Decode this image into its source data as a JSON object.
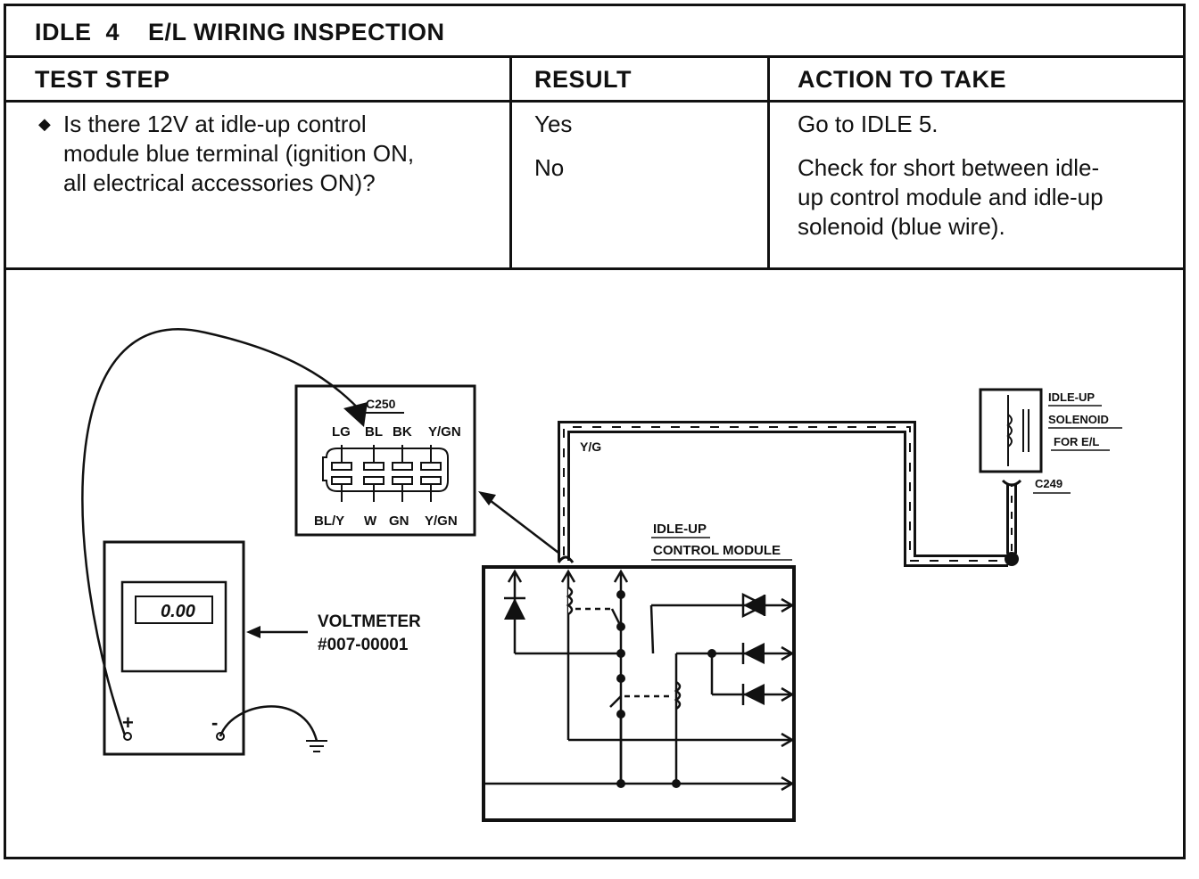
{
  "title": "IDLE  4    E/L WIRING INSPECTION",
  "columns": {
    "test_step": "TEST STEP",
    "result": "RESULT",
    "action": "ACTION TO TAKE"
  },
  "row": {
    "test_step": [
      "Is there 12V at idle-up control",
      "module blue terminal (ignition ON,",
      "all electrical accessories ON)?"
    ],
    "results": [
      "Yes",
      "No"
    ],
    "actions": {
      "yes": "Go to IDLE 5.",
      "no": [
        "Check for short between idle-",
        "up control module and idle-up",
        "solenoid (blue wire)."
      ]
    }
  },
  "diagram": {
    "connector_c250": {
      "name": "C250",
      "top_pins": [
        "LG",
        "BL",
        "BK",
        "Y/GN"
      ],
      "bottom_pins": [
        "BL/Y",
        "W",
        "GN",
        "Y/GN"
      ]
    },
    "wire_label": "Y/G",
    "solenoid_label": [
      "IDLE-UP",
      "SOLENOID",
      "FOR E/L"
    ],
    "connector_c249": "C249",
    "module_label": [
      "IDLE-UP",
      "CONTROL MODULE"
    ],
    "voltmeter_label": [
      "VOLTMETER",
      "#007-00001"
    ],
    "meter_display": "0.00",
    "meter_plus": "+",
    "meter_minus": "-"
  }
}
